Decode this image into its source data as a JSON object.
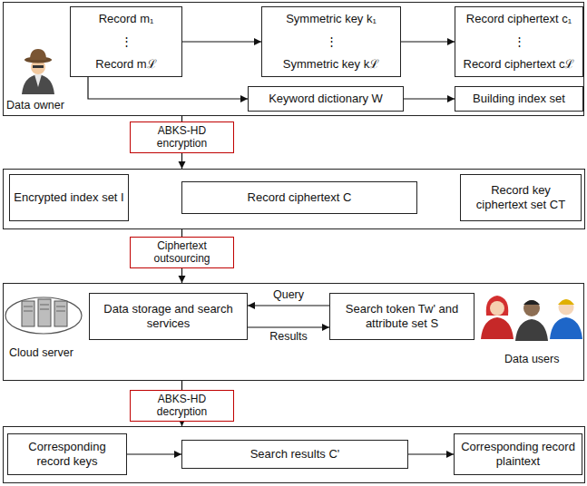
{
  "diagram": {
    "nodes": [
      {
        "text": [
          "Data owner"
        ]
      },
      {
        "text": [
          "Record m₁",
          "⋮",
          "Record mℒ"
        ],
        "in": 0
      },
      {
        "text": [
          "Symmetric key k₁",
          "⋮",
          "Symmetric key kℒ"
        ],
        "in": 0
      },
      {
        "text": [
          "Record ciphertext c₁",
          "⋮",
          "Record ciphertext cℒ"
        ],
        "in": 0
      },
      {
        "text": [
          "Keyword dictionary W"
        ],
        "in": 0
      },
      {
        "text": [
          "Building index set"
        ],
        "in": 0
      },
      {
        "text": [
          "ABKS-HD encryption"
        ]
      },
      {
        "text": [
          "Encrypted index set I"
        ]
      },
      {
        "text": [
          "Record ciphertext C"
        ]
      },
      {
        "text": [
          "Record key ciphertext set CT"
        ]
      },
      {
        "text": [
          "Ciphertext outsourcing"
        ]
      },
      {
        "text": [
          "Cloud server",
          "Data users"
        ]
      },
      {
        "text": [
          "Data storage and search services"
        ],
        "in": 11
      },
      {
        "text": [
          "Search token Tw' and attribute set S"
        ],
        "in": 11
      },
      {
        "text": [
          "ABKS-HD decryption"
        ]
      },
      {
        "text": [
          "Corresponding record keys"
        ]
      },
      {
        "text": [
          "Search results C'"
        ]
      },
      {
        "text": [
          "Corresponding record plaintext"
        ]
      }
    ],
    "edges": [
      {
        "from": 1,
        "to": 2,
        "arrow": "to"
      },
      {
        "from": 2,
        "to": 3,
        "arrow": "to"
      },
      {
        "from": 1,
        "to": 4,
        "arrow": "to"
      },
      {
        "from": 4,
        "to": 5,
        "arrow": "to"
      },
      {
        "from": 0,
        "to": 6,
        "arrow": "none"
      },
      {
        "from": 10,
        "to": 11,
        "arrow": "to"
      },
      {
        "from": 11,
        "to": 14,
        "arrow": "none"
      },
      {
        "from": 13,
        "to": 12,
        "label": "Query",
        "arrow": "to"
      },
      {
        "from": 12,
        "to": 13,
        "label": "Results",
        "arrow": "to"
      },
      {
        "from": 15,
        "to": 16,
        "arrow": "to"
      },
      {
        "from": 16,
        "to": 17,
        "arrow": "to"
      }
    ]
  }
}
